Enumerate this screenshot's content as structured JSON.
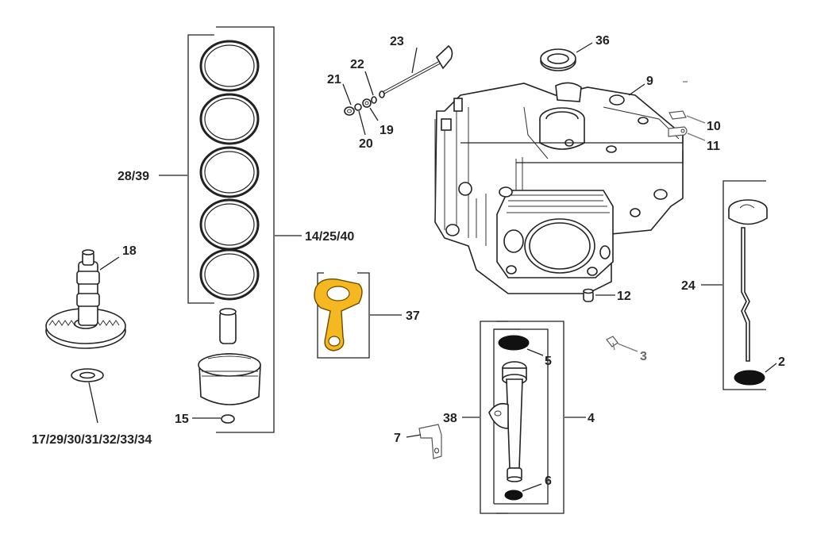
{
  "callouts": {
    "c2": "2",
    "c3": "3",
    "c4": "4",
    "c5": "5",
    "c6": "6",
    "c7": "7",
    "c9": "9",
    "c10": "10",
    "c11": "11",
    "c12": "12",
    "c14_25_40": "14/25/40",
    "c15": "15",
    "c17_34": "17/29/30/31/32/33/34",
    "c18": "18",
    "c19": "19",
    "c20": "20",
    "c21": "21",
    "c22": "22",
    "c23": "23",
    "c24": "24",
    "c28_39": "28/39",
    "c36": "36",
    "c37": "37",
    "c38": "38"
  },
  "colors": {
    "highlight_part": "#f5b820",
    "line": "#222222",
    "background": "#ffffff"
  }
}
